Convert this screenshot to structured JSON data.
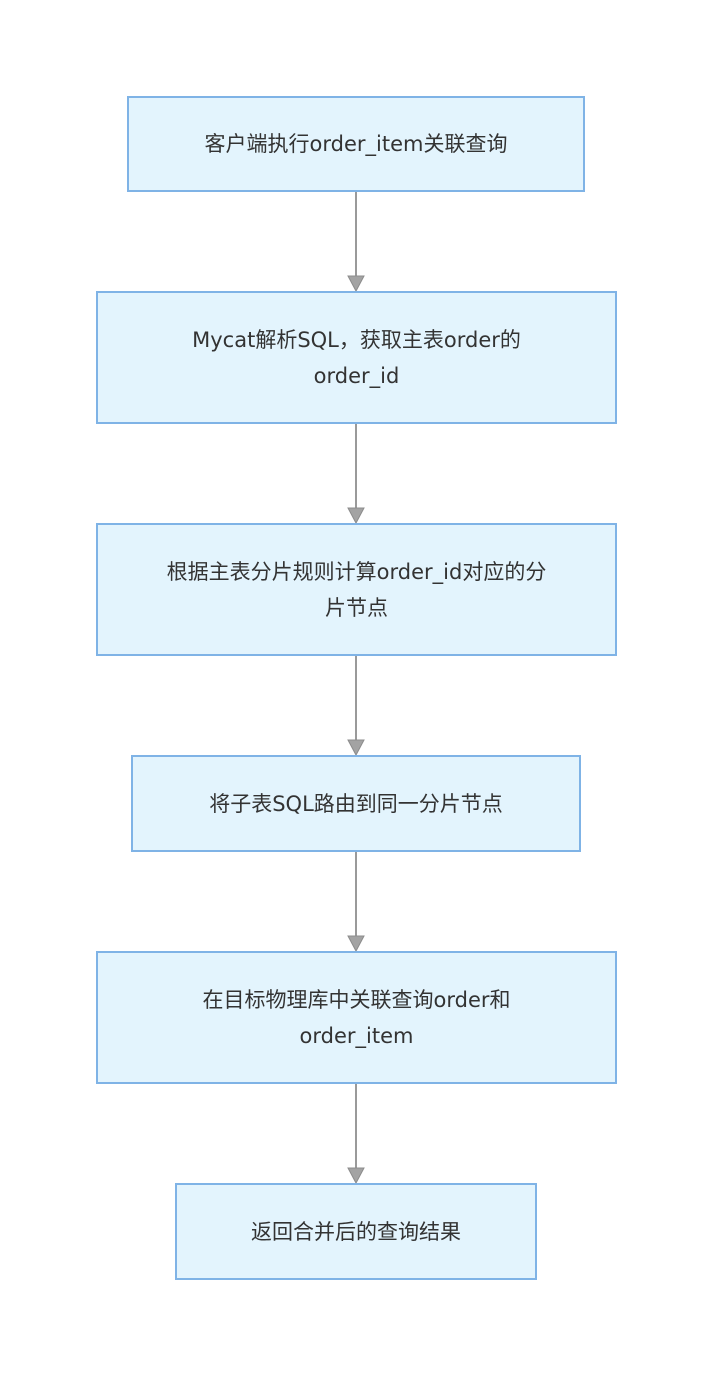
{
  "flowchart": {
    "nodes": [
      {
        "id": "n1",
        "label": "客户端执行order_item关联查询"
      },
      {
        "id": "n2",
        "label": "Mycat解析SQL，获取主表order的order_id"
      },
      {
        "id": "n3",
        "label": "根据主表分片规则计算order_id对应的分片节点"
      },
      {
        "id": "n4",
        "label": "将子表SQL路由到同一分片节点"
      },
      {
        "id": "n5",
        "label": "在目标物理库中关联查询order和order_item"
      },
      {
        "id": "n6",
        "label": "返回合并后的查询结果"
      }
    ],
    "edges": [
      {
        "from": "n1",
        "to": "n2"
      },
      {
        "from": "n2",
        "to": "n3"
      },
      {
        "from": "n3",
        "to": "n4"
      },
      {
        "from": "n4",
        "to": "n5"
      },
      {
        "from": "n5",
        "to": "n6"
      }
    ]
  },
  "colors": {
    "node_fill": "#e3f4fd",
    "node_border": "#7fb3e6",
    "edge": "#9a9a9a",
    "text": "#333333"
  }
}
